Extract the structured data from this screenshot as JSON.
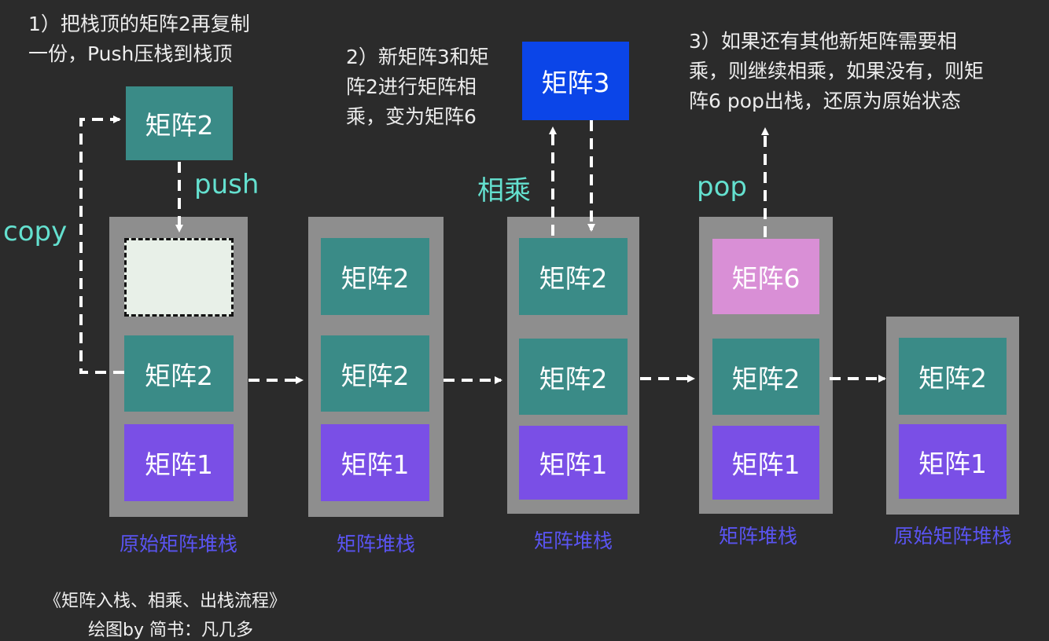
{
  "notes": {
    "step1": [
      "1）把栈顶的矩阵2再复制",
      "一份，Push压栈到栈顶"
    ],
    "step2": [
      "2）新矩阵3和矩",
      "阵2进行矩阵相",
      "乘，变为矩阵6"
    ],
    "step3": [
      "3）如果还有其他新矩阵需要相",
      "乘，则继续相乘，如果没有，则矩",
      "阵6 pop出栈，还原为原始状态"
    ]
  },
  "labels": {
    "copy": "copy",
    "push": "push",
    "multiply": "相乘",
    "pop": "pop"
  },
  "floating": {
    "copied_matrix": "矩阵2",
    "new_matrix": "矩阵3"
  },
  "stacks": [
    {
      "caption": "原始矩阵堆栈",
      "cells": [
        "",
        "矩阵2",
        "矩阵1"
      ]
    },
    {
      "caption": "矩阵堆栈",
      "cells": [
        "矩阵2",
        "矩阵2",
        "矩阵1"
      ]
    },
    {
      "caption": "矩阵堆栈",
      "cells": [
        "矩阵2",
        "矩阵2",
        "矩阵1"
      ]
    },
    {
      "caption": "矩阵堆栈",
      "cells": [
        "矩阵6",
        "矩阵2",
        "矩阵1"
      ]
    },
    {
      "caption": "原始矩阵堆栈",
      "cells": [
        "矩阵2",
        "矩阵1"
      ]
    }
  ],
  "footer": {
    "title": "《矩阵入栈、相乘、出栈流程》",
    "credit": "绘图by 简书：凡几多"
  },
  "colors": {
    "background": "#2b2b2b",
    "stack_frame": "#8e8e8e",
    "matrix2": "#3a8b87",
    "matrix1": "#7a4fe6",
    "matrix6": "#d98fd6",
    "matrix3": "#0b45e8",
    "label": "#64e0cf",
    "caption": "#5a54f2"
  }
}
